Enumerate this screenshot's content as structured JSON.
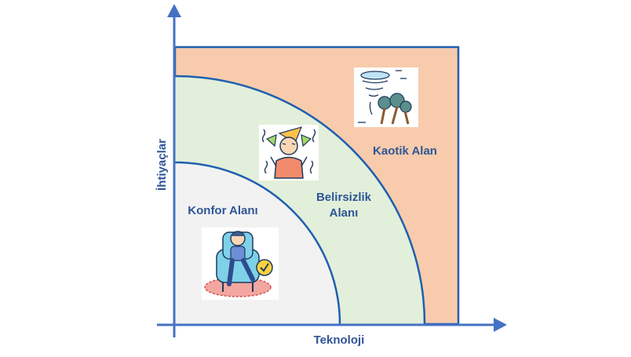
{
  "diagram": {
    "x_axis_label": "Teknoloji",
    "y_axis_label": "İhtiyaçlar",
    "zones": {
      "comfort": {
        "label": "Konfor Alanı",
        "icon": "relaxing-person-armchair-icon",
        "color": "#F2F2F2"
      },
      "uncertainty": {
        "label_line1": "Belirsizlik",
        "label_line2": "Alanı",
        "icon": "confused-person-icon",
        "color": "#E2EFDA"
      },
      "chaotic": {
        "label": "Kaotik Alan",
        "icon": "tornado-storm-icon",
        "color": "#F8CBAD"
      }
    },
    "colors": {
      "axis": "#4472C4",
      "boundary": "#1F5FAF",
      "label_text": "#2F5597"
    }
  }
}
